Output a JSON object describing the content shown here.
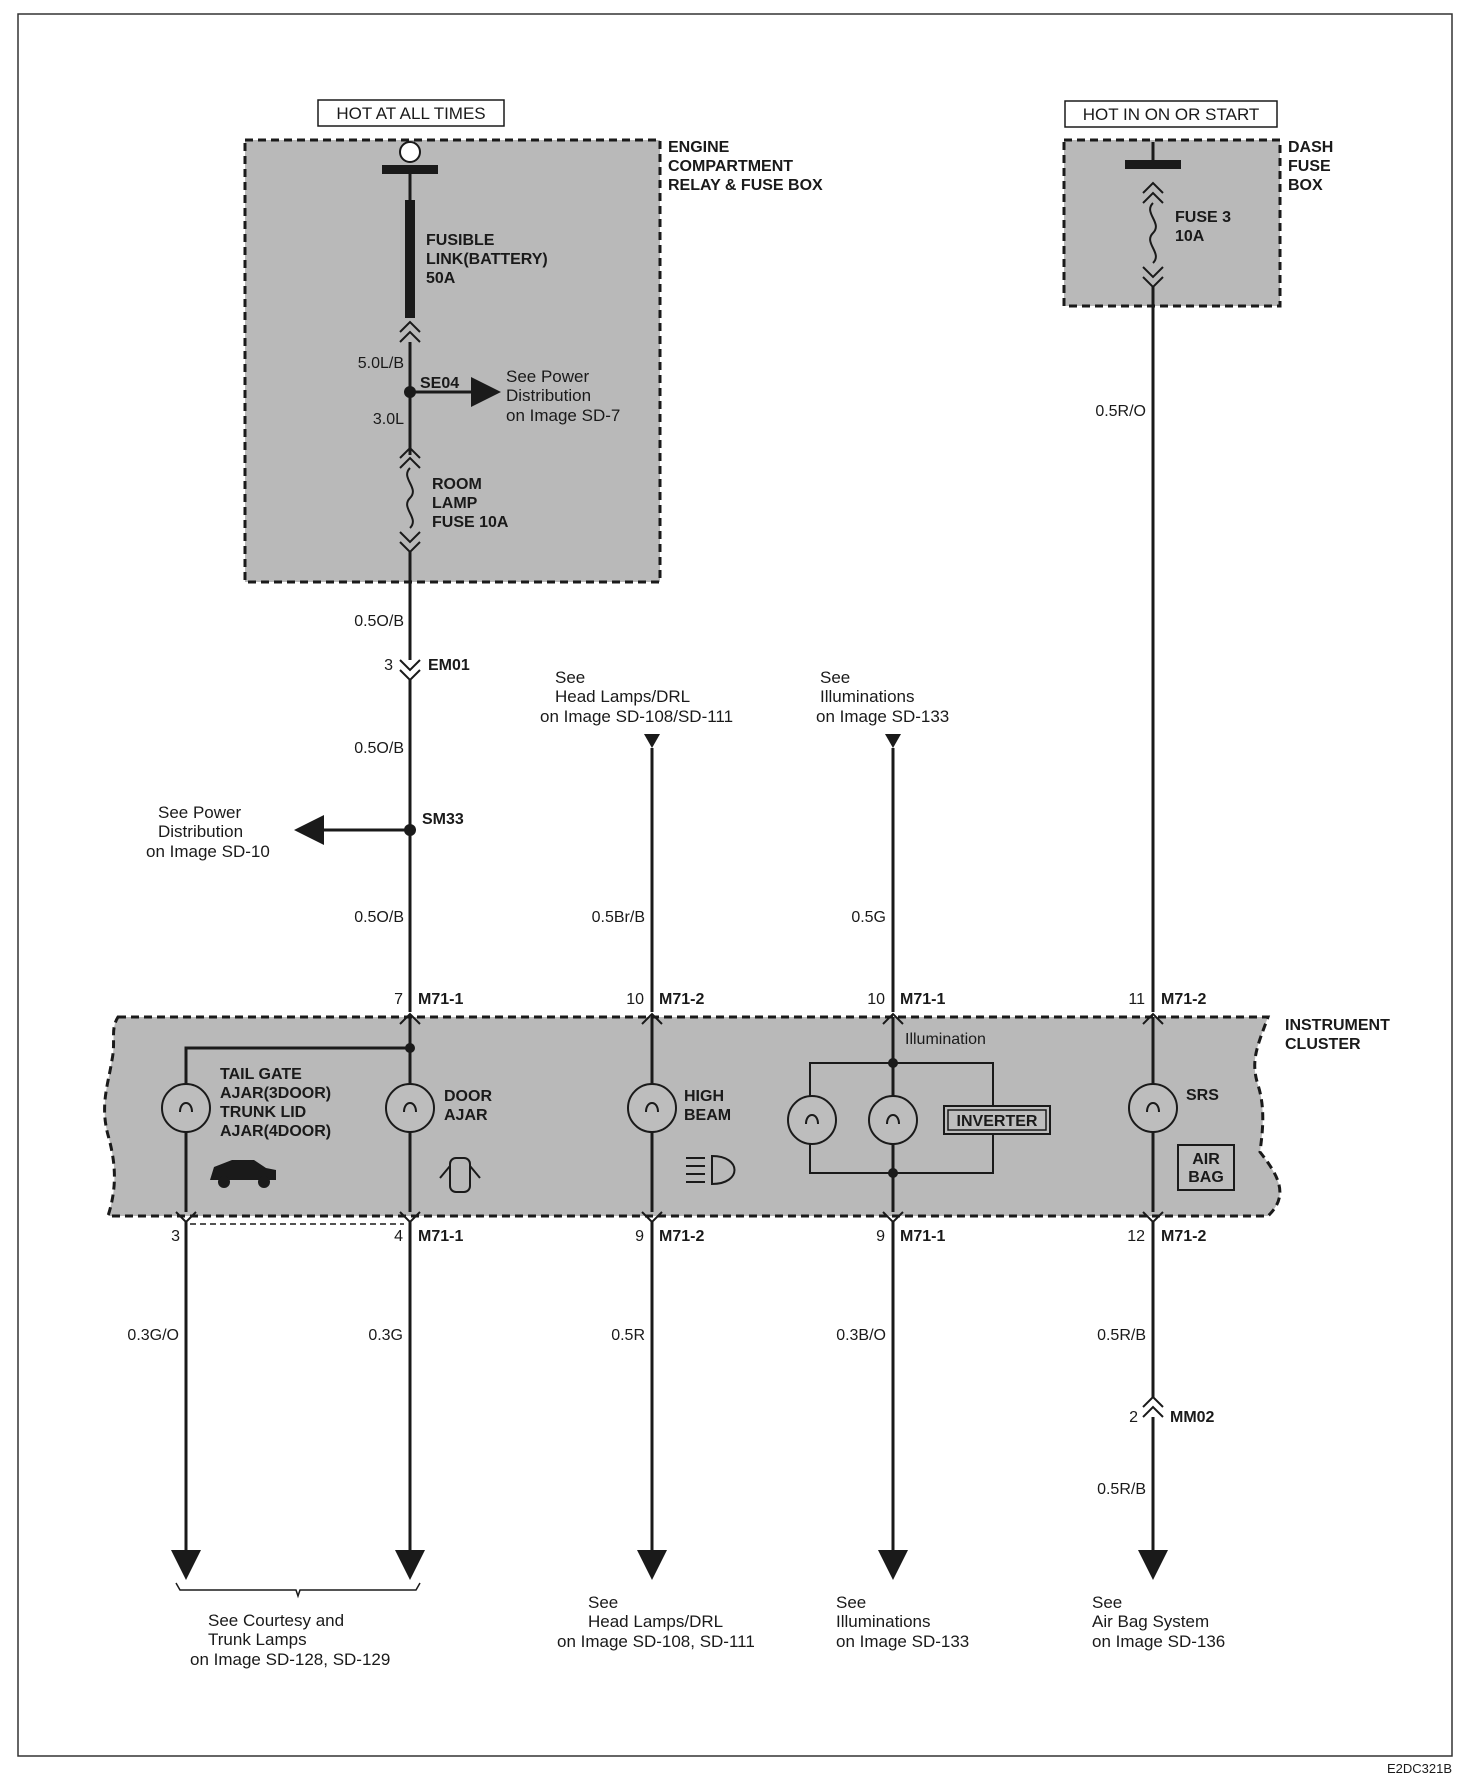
{
  "headers": {
    "hot_at_all_times": "HOT AT ALL TIMES",
    "hot_in_on_or_start": "HOT IN ON OR START"
  },
  "engine_box": {
    "label_1": "ENGINE",
    "label_2": "COMPARTMENT",
    "label_3": "RELAY & FUSE BOX",
    "fusible_1": "FUSIBLE",
    "fusible_2": "LINK(BATTERY)",
    "fusible_3": "50A",
    "wire_top": "5.0L/B",
    "splice": "SE04",
    "wire_mid": "3.0L",
    "see_1": "See Power",
    "see_2": "Distribution",
    "see_3": "on Image SD-7",
    "room_1": "ROOM",
    "room_2": "LAMP",
    "room_3": "FUSE 10A"
  },
  "dash_box": {
    "label_1": "DASH",
    "label_2": "FUSE",
    "label_3": "BOX",
    "fuse_1": "FUSE 3",
    "fuse_2": "10A",
    "wire": "0.5R/O"
  },
  "left_circuit": {
    "wire_1": "0.5O/B",
    "pin_em01": "3",
    "conn_em01": "EM01",
    "wire_2": "0.5O/B",
    "splice": "SM33",
    "see_1": "See Power",
    "see_2": "Distribution",
    "see_3": "on Image SD-10",
    "wire_3": "0.5O/B",
    "pin_top": "7",
    "conn_top": "M71-1"
  },
  "head_lamp_top": {
    "see_1": "See",
    "see_2": "Head Lamps/DRL",
    "see_3": "on Image SD-108/SD-111",
    "wire": "0.5Br/B",
    "pin": "10",
    "conn": "M71-2"
  },
  "illum_top": {
    "see_1": "See",
    "see_2": "Illuminations",
    "see_3": "on Image SD-133",
    "wire": "0.5G",
    "pin": "10",
    "conn": "M71-1"
  },
  "srs_top": {
    "pin": "11",
    "conn": "M71-2"
  },
  "cluster": {
    "label_1": "INSTRUMENT",
    "label_2": "CLUSTER",
    "tailgate_1": "TAIL GATE",
    "tailgate_2": "AJAR(3DOOR)",
    "tailgate_3": "TRUNK LID",
    "tailgate_4": "AJAR(4DOOR)",
    "door_1": "DOOR",
    "door_2": "AJAR",
    "high_1": "HIGH",
    "high_2": "BEAM",
    "illumination": "Illumination",
    "inverter": "INVERTER",
    "srs": "SRS",
    "airbag_1": "AIR",
    "airbag_2": "BAG"
  },
  "bottom": {
    "pin_tail": "3",
    "pin_door": "4",
    "conn_door": "M71-1",
    "pin_high": "9",
    "conn_high": "M71-2",
    "pin_illum": "9",
    "conn_illum": "M71-1",
    "pin_srs": "12",
    "conn_srs": "M71-2",
    "wire_tail": "0.3G/O",
    "wire_door": "0.3G",
    "wire_high": "0.5R",
    "wire_illum": "0.3B/O",
    "wire_srs_1": "0.5R/B",
    "pin_mm02": "2",
    "conn_mm02": "MM02",
    "wire_srs_2": "0.5R/B"
  },
  "refs": {
    "courtesy_1": "See Courtesy and",
    "courtesy_2": "Trunk Lamps",
    "courtesy_3": "on Image SD-128, SD-129",
    "head_1": "See",
    "head_2": "Head Lamps/DRL",
    "head_3": "on Image SD-108, SD-111",
    "illum_1": "See",
    "illum_2": "Illuminations",
    "illum_3": "on Image SD-133",
    "air_1": "See",
    "air_2": "Air Bag System",
    "air_3": "on Image SD-136"
  },
  "footer_code": "E2DC321B"
}
